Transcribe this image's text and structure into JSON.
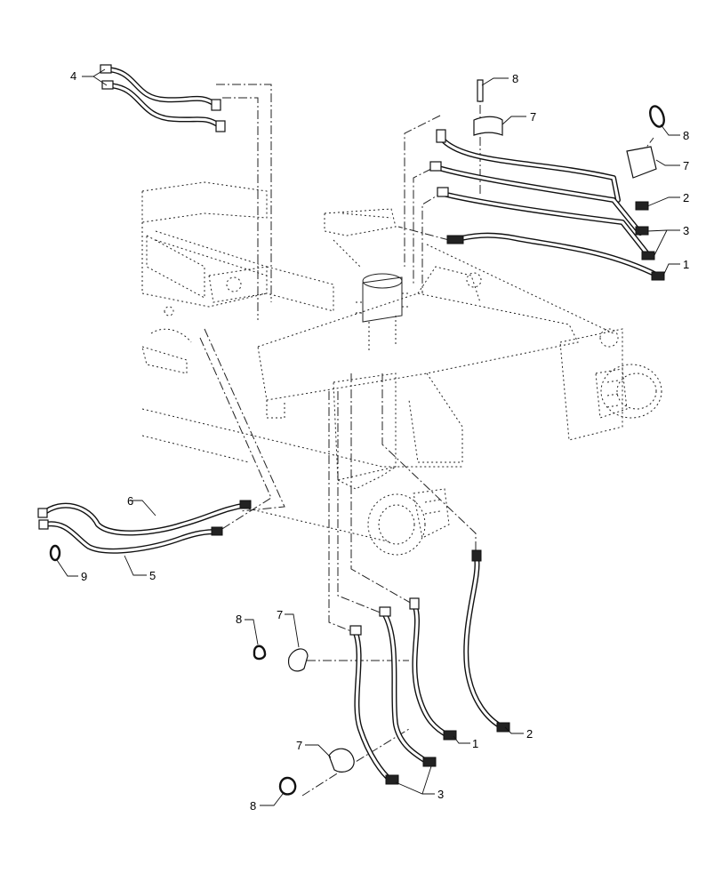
{
  "diagram": {
    "callouts": {
      "c4": "4",
      "c8_top": "8",
      "c7_top": "7",
      "c8_right": "8",
      "c7_right": "7",
      "c2_top": "2",
      "c3_top": "3",
      "c1_top": "1",
      "c6": "6",
      "c9": "9",
      "c5": "5",
      "c8_mid": "8",
      "c7_mid": "7",
      "c1_bottom": "1",
      "c2_bottom": "2",
      "c7_low": "7",
      "c8_low": "8",
      "c3_bottom": "3"
    }
  }
}
